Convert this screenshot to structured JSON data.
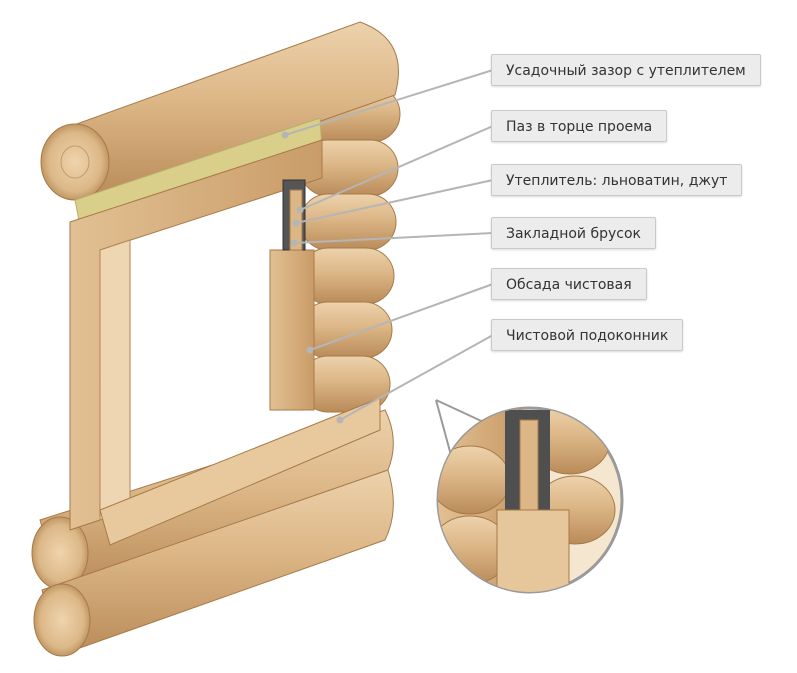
{
  "labels": [
    {
      "text": "Усадочный зазор с утеплителем"
    },
    {
      "text": "Паз в торце проема"
    },
    {
      "text": "Утеплитель: льноватин, джут"
    },
    {
      "text": "Закладной брусок"
    },
    {
      "text": "Обсада чистовая"
    },
    {
      "text": "Чистовой подоконник"
    }
  ],
  "colors": {
    "log_light": "#e6c59a",
    "log_mid": "#d2a877",
    "log_dark": "#b88a58",
    "insulation": "#d9d08a",
    "felt": "#555555",
    "leader": "#b5b5b5",
    "label_bg": "#ececec"
  }
}
